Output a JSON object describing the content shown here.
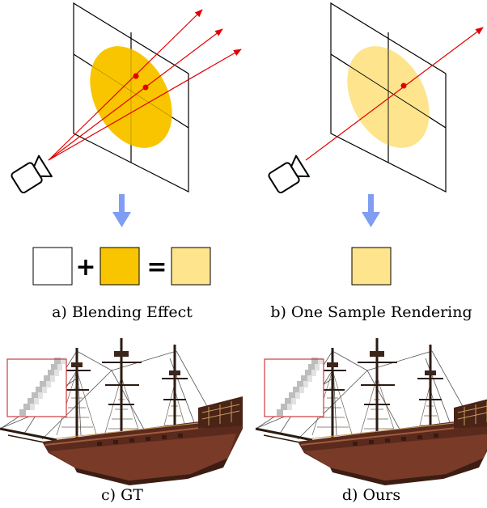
{
  "colors": {
    "splat_opaque": "#f9c500",
    "splat_light": "#fde48d",
    "ray": "#e00000",
    "arrow": "#7f9ef3",
    "inset_border": "#d23b3b"
  },
  "panels": {
    "a": {
      "caption": "a) Blending Effect",
      "ops": [
        "+",
        "="
      ]
    },
    "b": {
      "caption": "b) One Sample Rendering"
    },
    "c": {
      "caption": "c) GT"
    },
    "d": {
      "caption": "d) Ours"
    }
  },
  "icons": [
    "camera-icon",
    "down-arrow-icon",
    "ship-render",
    "zoom-inset"
  ]
}
